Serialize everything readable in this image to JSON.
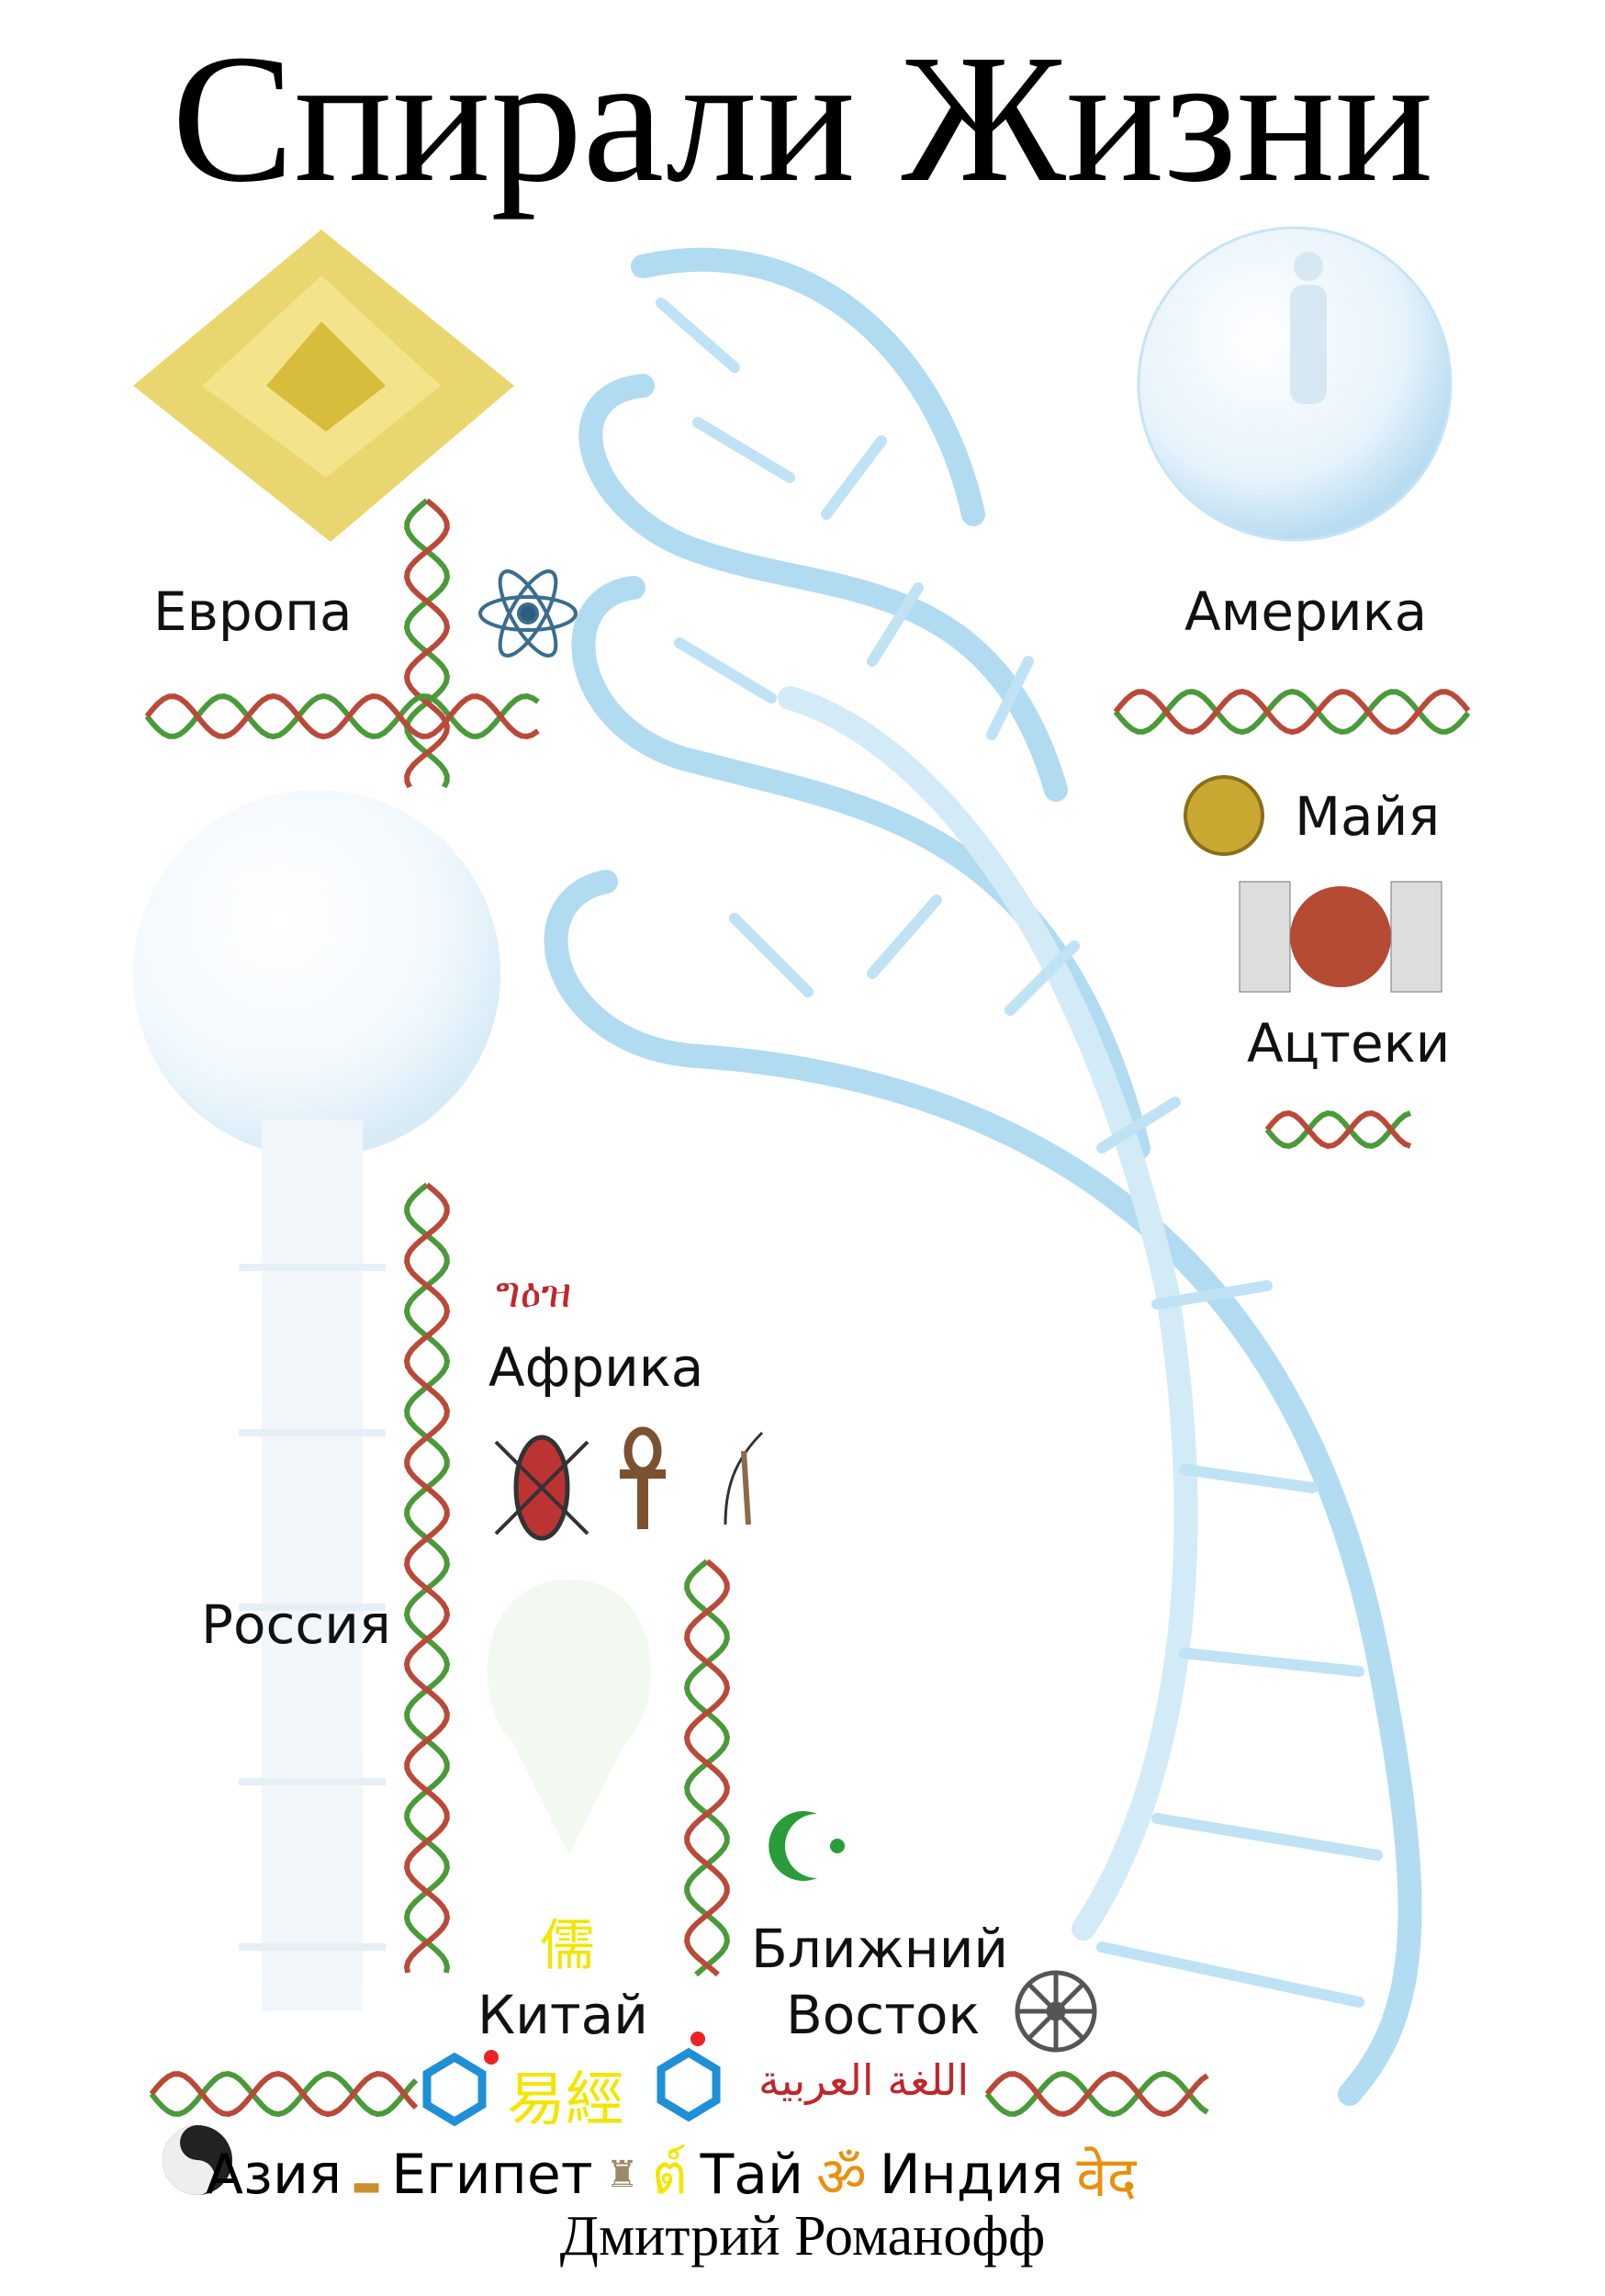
{
  "title": "Спирали Жизни",
  "author": "Дмитрий Романофф",
  "regions": {
    "europe": "Европа",
    "america": "Америка",
    "maya": "Майя",
    "aztecs": "Ацтеки",
    "africa_script": "ግዕዝ",
    "africa": "Африка",
    "russia": "Россия",
    "confucian_char": "儒",
    "china": "Китай",
    "middle_east_line1": "Ближний",
    "middle_east_line2": "Восток",
    "i_ching": "易經",
    "arabic": "اللغة العربية",
    "asia": "Азия",
    "egypt": "Египет",
    "thai_char": "ต์",
    "thai": "Тай",
    "om": "ॐ",
    "india": "Индия",
    "veda": "वेद"
  },
  "colors": {
    "helix": "#a9d8f0",
    "dna_green": "#4a9a3a",
    "dna_red": "#b33",
    "gold": "#e6cf55",
    "yellow": "#f2e600",
    "orange": "#e8900e",
    "red": "#c0262c",
    "green": "#2a9d3a"
  }
}
